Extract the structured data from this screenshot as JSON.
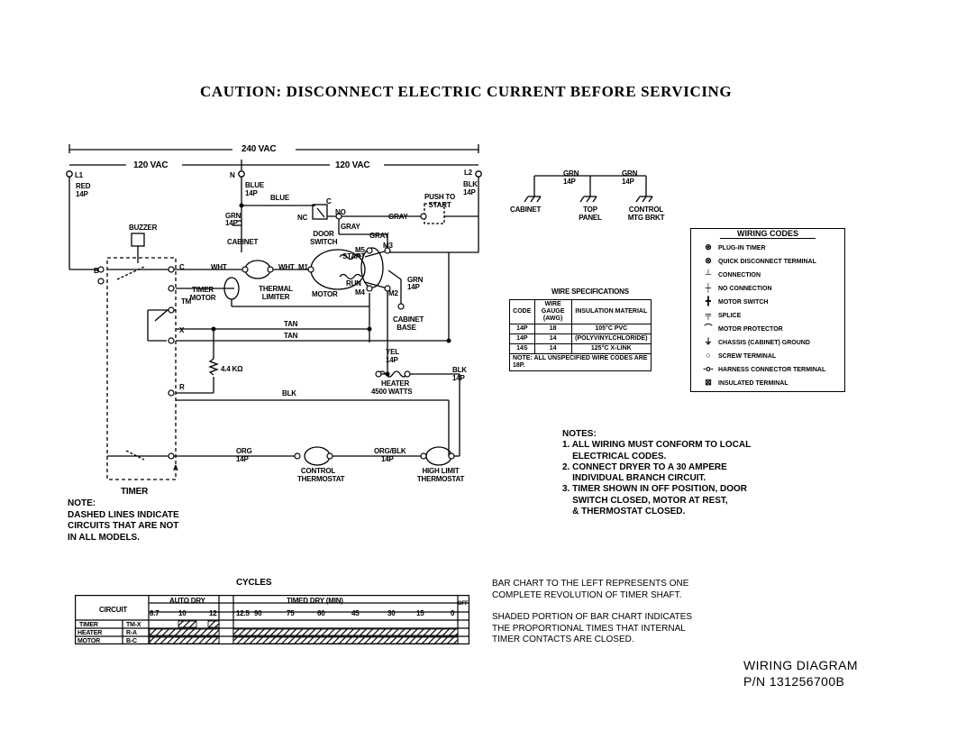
{
  "title": "CAUTION: DISCONNECT ELECTRIC CURRENT BEFORE SERVICING",
  "voltage": {
    "total": "240 VAC",
    "left": "120 VAC",
    "right": "120 VAC"
  },
  "terminals": {
    "l1": "L1",
    "n": "N",
    "l2": "L2"
  },
  "wires": {
    "red": "RED",
    "red_gauge": "14P",
    "blue": "BLUE",
    "blue_gauge": "14P",
    "blue2": "BLUE",
    "blk_l2": "BLK",
    "blk_l2_gauge": "14P",
    "grn_cab": "GRN",
    "grn_cab_gauge": "14P",
    "cabinet": "CABINET",
    "gray1": "GRAY",
    "gray2": "GRAY",
    "gray3": "GRAY",
    "wht1": "WHT",
    "wht2": "WHT",
    "wht_m1": "M1",
    "grn_motor": "GRN",
    "grn_motor_gauge": "14P",
    "cabinet_base": "CABINET BASE",
    "tan1": "TAN",
    "tan2": "TAN",
    "yel": "YEL",
    "yel_gauge": "14P",
    "blk_heater": "BLK",
    "blk_heater_gauge": "14P",
    "blk_r": "BLK",
    "org": "ORG",
    "org_gauge": "14P",
    "org_blk": "ORG/BLK",
    "org_blk_gauge": "14P"
  },
  "components": {
    "buzzer": "BUZZER",
    "door_switch": "DOOR SWITCH",
    "door_c": "C",
    "door_nc": "NC",
    "door_no": "NO",
    "push_to_start": "PUSH TO START",
    "thermal_limiter": "THERMAL LIMITER",
    "motor": "MOTOR",
    "start": "START",
    "run": "RUN",
    "m5": "M5",
    "m3": "M3",
    "m4": "M4",
    "m2": "M2",
    "timer_motor": "TIMER MOTOR",
    "tm": "TM",
    "resistor": "4.4 KΩ",
    "heater": "HEATER",
    "heater_watts": "4500 WATTS",
    "control_thermostat": "CONTROL THERMOSTAT",
    "high_limit_thermostat": "HIGH LIMIT THERMOSTAT",
    "timer": "TIMER",
    "t_b": "B",
    "t_c": "C",
    "t_x": "X",
    "t_r": "R",
    "t_a": "A"
  },
  "ground": {
    "grn1": "GRN",
    "grn1_gauge": "14P",
    "grn2": "GRN",
    "grn2_gauge": "14P",
    "cabinet": "CABINET",
    "top_panel": "TOP PANEL",
    "control_mtg": "CONTROL MTG BRKT"
  },
  "wire_specs": {
    "title": "WIRE SPECIFICATIONS",
    "headers": [
      "CODE",
      "WIRE GAUGE (AWG)",
      "INSULATION MATERIAL"
    ],
    "rows": [
      [
        "14P",
        "18",
        "105°C PVC"
      ],
      [
        "14P",
        "14",
        "(POLYVINYLCHLORIDE)"
      ],
      [
        "14S",
        "14",
        "125°C X-LINK"
      ]
    ],
    "note": "NOTE: ALL UNSPECIFIED WIRE CODES ARE 18P."
  },
  "wiring_codes": {
    "title": "WIRING CODES",
    "items": [
      {
        "icon": "plug-in-timer-icon",
        "label": "PLUG-IN TIMER"
      },
      {
        "icon": "quick-disconnect-icon",
        "label": "QUICK DISCONNECT TERMINAL"
      },
      {
        "icon": "connection-icon",
        "label": "CONNECTION"
      },
      {
        "icon": "no-connection-icon",
        "label": "NO CONNECTION"
      },
      {
        "icon": "motor-switch-icon",
        "label": "MOTOR SWITCH"
      },
      {
        "icon": "splice-icon",
        "label": "SPLICE"
      },
      {
        "icon": "motor-protector-icon",
        "label": "MOTOR PROTECTOR"
      },
      {
        "icon": "chassis-ground-icon",
        "label": "CHASSIS (CABINET) GROUND"
      },
      {
        "icon": "screw-terminal-icon",
        "label": "SCREW TERMINAL"
      },
      {
        "icon": "harness-connector-icon",
        "label": "HARNESS CONNECTOR TERMINAL"
      },
      {
        "icon": "insulated-terminal-icon",
        "label": "INSULATED TERMINAL"
      }
    ]
  },
  "notes": {
    "heading": "NOTES:",
    "items": [
      "1. ALL WIRING MUST CONFORM TO LOCAL",
      "    ELECTRICAL CODES.",
      "2. CONNECT DRYER TO A 30 AMPERE",
      "    INDIVIDUAL BRANCH CIRCUIT.",
      "3. TIMER SHOWN IN OFF POSITION, DOOR",
      "    SWITCH CLOSED, MOTOR AT REST,",
      "    & THERMOSTAT CLOSED."
    ]
  },
  "left_note": {
    "heading": "NOTE:",
    "lines": [
      "DASHED LINES INDICATE",
      "CIRCUITS THAT ARE NOT",
      "IN ALL MODELS."
    ]
  },
  "cycles": {
    "title": "CYCLES",
    "circuit_header": "CIRCUIT",
    "auto_dry": "AUTO DRY",
    "timed_dry": "TIMED DRY (MIN)",
    "off": "OFF",
    "ticks": [
      "8.7",
      "10",
      "12",
      "12.5",
      "90",
      "75",
      "60",
      "45",
      "30",
      "15",
      "0"
    ],
    "rows": [
      {
        "name": "TIMER",
        "contacts": "TM-X"
      },
      {
        "name": "HEATER",
        "contacts": "R-A"
      },
      {
        "name": "MOTOR",
        "contacts": "B-C"
      }
    ]
  },
  "bar_notes": [
    "BAR CHART TO THE LEFT REPRESENTS ONE",
    "COMPLETE REVOLUTION OF TIMER SHAFT.",
    "",
    "SHADED PORTION OF BAR CHART INDICATES",
    "THE PROPORTIONAL TIMES THAT INTERNAL",
    "TIMER CONTACTS ARE CLOSED."
  ],
  "footer": {
    "label": "WIRING DIAGRAM",
    "part_number": "P/N 131256700B"
  }
}
